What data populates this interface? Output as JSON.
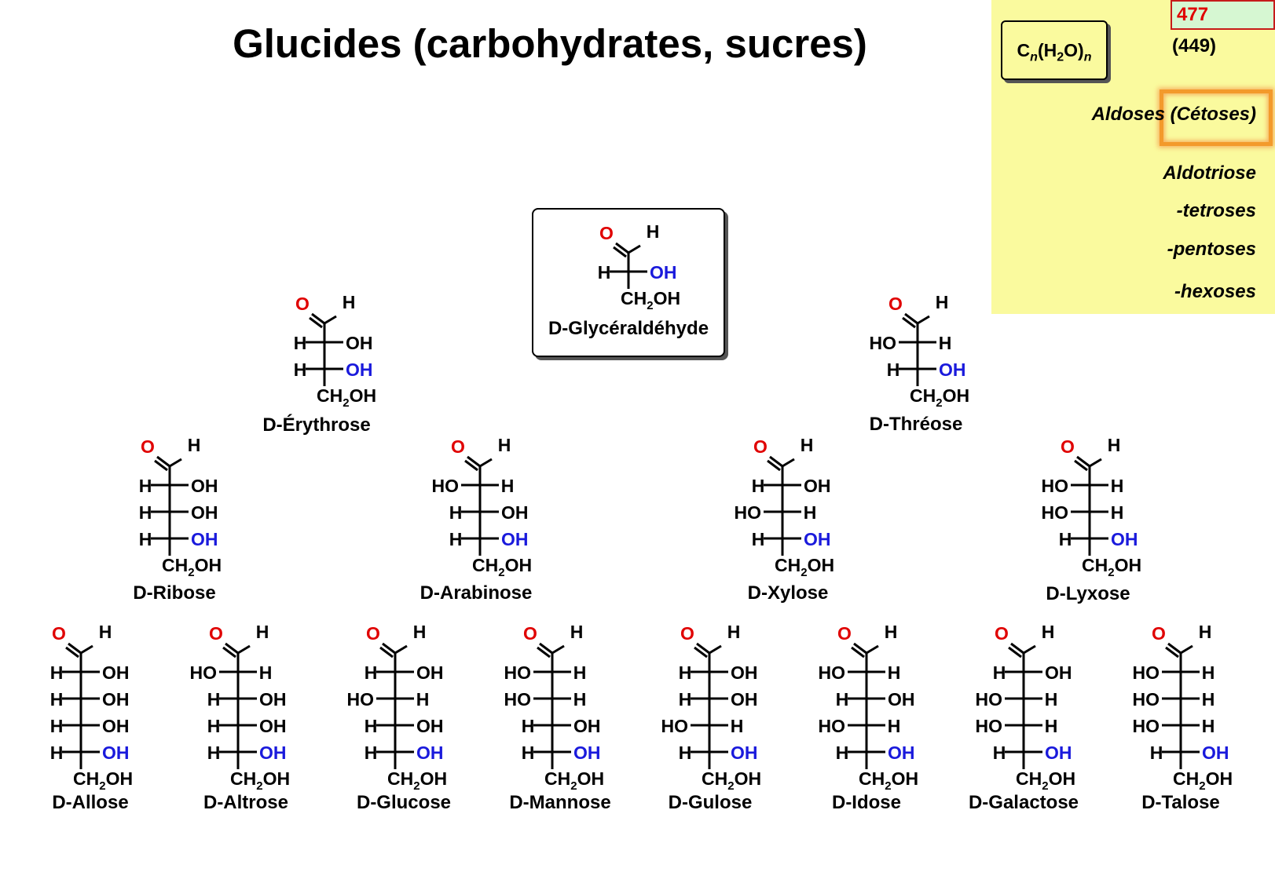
{
  "title": "Glucides (carbohydrates, sucres)",
  "panel": {
    "page_number": "477",
    "ref_number": "(449)",
    "formula": {
      "c": "C",
      "n": "n",
      "open": "(H",
      "two": "2",
      "close": "O)",
      "n2": "n"
    },
    "aldoses": "Aldoses",
    "cetoses": "(Cétoses)",
    "aldotriose": "Aldotriose",
    "tetroses": "-tetroses",
    "pentoses": "-pentoses",
    "hexoses": "-hexoses"
  },
  "labels": {
    "O": "O",
    "H": "H",
    "OH": "OH",
    "HO": "HO",
    "CH2": "CH",
    "sub2": "2",
    "OHtail": "OH"
  },
  "colors": {
    "oxygen": "#e00000",
    "stereo_oh": "#1a1adc",
    "text": "#000000",
    "panel": "#fafa9e",
    "highlight": "#f39a2b"
  },
  "molecules": [
    {
      "name": "D-Glycéraldéhyde",
      "config": [
        "R"
      ]
    },
    {
      "name": "D-Érythrose",
      "config": [
        "R",
        "R"
      ]
    },
    {
      "name": "D-Thréose",
      "config": [
        "L",
        "R"
      ]
    },
    {
      "name": "D-Ribose",
      "config": [
        "R",
        "R",
        "R"
      ]
    },
    {
      "name": "D-Arabinose",
      "config": [
        "L",
        "R",
        "R"
      ]
    },
    {
      "name": "D-Xylose",
      "config": [
        "R",
        "L",
        "R"
      ]
    },
    {
      "name": "D-Lyxose",
      "config": [
        "L",
        "L",
        "R"
      ]
    },
    {
      "name": "D-Allose",
      "config": [
        "R",
        "R",
        "R",
        "R"
      ]
    },
    {
      "name": "D-Altrose",
      "config": [
        "L",
        "R",
        "R",
        "R"
      ]
    },
    {
      "name": "D-Glucose",
      "config": [
        "R",
        "L",
        "R",
        "R"
      ]
    },
    {
      "name": "D-Mannose",
      "config": [
        "L",
        "L",
        "R",
        "R"
      ]
    },
    {
      "name": "D-Gulose",
      "config": [
        "R",
        "R",
        "L",
        "R"
      ]
    },
    {
      "name": "D-Idose",
      "config": [
        "L",
        "R",
        "L",
        "R"
      ]
    },
    {
      "name": "D-Galactose",
      "config": [
        "R",
        "L",
        "L",
        "R"
      ]
    },
    {
      "name": "D-Talose",
      "config": [
        "L",
        "L",
        "L",
        "R"
      ]
    }
  ]
}
